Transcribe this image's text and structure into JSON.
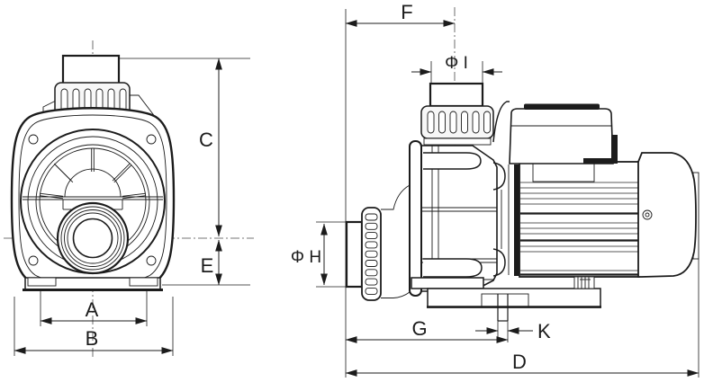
{
  "drawing": {
    "subject": "Centrifugal pump dimensional line drawing: front view (left) and side view (right) with dimension callouts",
    "background": "#ffffff",
    "line_color": "#1c1c1c",
    "dimensions": {
      "A": "A",
      "B": "B",
      "C": "C",
      "D": "D",
      "E": "E",
      "F": "F",
      "G": "G",
      "K": "K",
      "phi_H": "Φ H",
      "phi_I": "Φ I"
    }
  }
}
